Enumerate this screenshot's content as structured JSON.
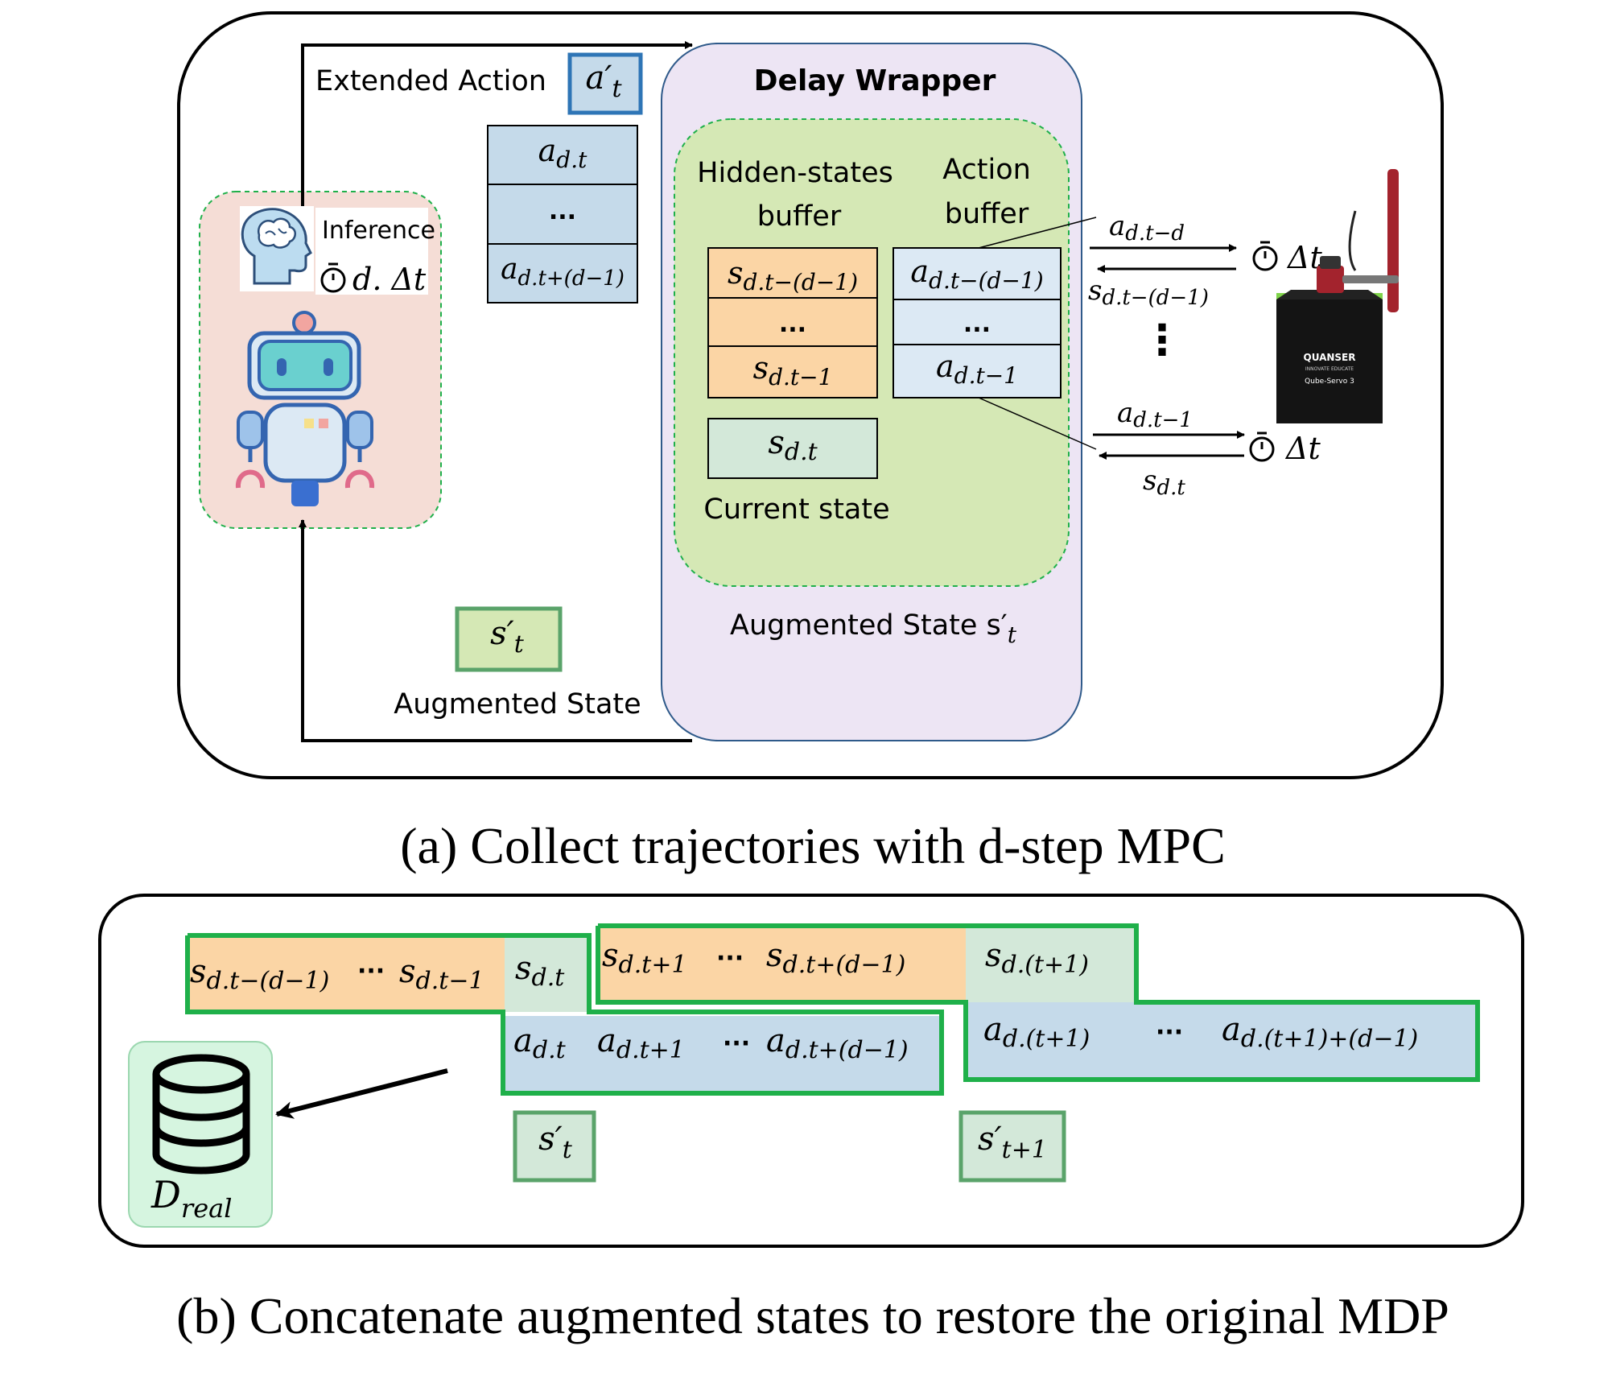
{
  "panel_a": {
    "caption": "(a) Collect trajectories with d-step MPC",
    "extended_action_label": "Extended Action",
    "extended_action_symbol": "a′",
    "extended_action_sub": "t",
    "action_seq": [
      "a",
      "...",
      "a"
    ],
    "action_seq_subs": [
      "d.t",
      "",
      "d.t+(d−1)"
    ],
    "agent": {
      "inference_label": "Inference",
      "inference_time": "d. Δt",
      "timer_icon": "stopwatch-icon",
      "brain_icon": "brain-head-icon",
      "robot_icon": "robot-icon"
    },
    "delay_wrapper": {
      "title": "Delay Wrapper",
      "hidden_buffer_title_1": "Hidden-states",
      "hidden_buffer_title_2": "buffer",
      "action_buffer_title_1": "Action",
      "action_buffer_title_2": "buffer",
      "hidden_cells": [
        "s",
        "...",
        "s"
      ],
      "hidden_cells_subs": [
        "d.t−(d−1)",
        "",
        "d.t−1"
      ],
      "action_cells": [
        "a",
        "...",
        "a"
      ],
      "action_cells_subs": [
        "d.t−(d−1)",
        "",
        "d.t−1"
      ],
      "current_state_symbol": "s",
      "current_state_sub": "d.t",
      "current_state_label": "Current state",
      "augmented_state_label": "Augmented State s′",
      "augmented_state_sub": "t"
    },
    "augmented_state_box": "s′",
    "augmented_state_box_sub": "t",
    "augmented_state_text": "Augmented State",
    "environment": {
      "top_action": "a",
      "top_action_sub": "d.t−d",
      "top_state": "s",
      "top_state_sub": "d.t−(d−1)",
      "bottom_action": "a",
      "bottom_action_sub": "d.t−1",
      "bottom_state": "s",
      "bottom_state_sub": "d.t",
      "delta_t": "Δt",
      "vertical_dots": "⋮",
      "device_brand": "QUANSER",
      "device_tagline": "INNOVATE EDUCATE",
      "device_model": "Qube-Servo 3"
    }
  },
  "panel_b": {
    "caption": "(b) Concatenate augmented states to restore the original MDP",
    "row1_states": {
      "s1": "s",
      "s1_sub": "d.t−(d−1)",
      "dots": "···",
      "s2": "s",
      "s2_sub": "d.t−1",
      "s3": "s",
      "s3_sub": "d.t"
    },
    "row1_actions": {
      "a1": "a",
      "a1_sub": "d.t",
      "a2": "a",
      "a2_sub": "d.t+1",
      "dots": "···",
      "a3": "a",
      "a3_sub": "d.t+(d−1)"
    },
    "row2_states": {
      "s1": "s",
      "s1_sub": "d.t+1",
      "dots": "···",
      "s2": "s",
      "s2_sub": "d.t+(d−1)",
      "s3": "s",
      "s3_sub": "d.(t+1)"
    },
    "row2_actions": {
      "a1": "a",
      "a1_sub": "d.(t+1)",
      "dots": "···",
      "a2": "a",
      "a2_sub": "d.(t+1)+(d−1)"
    },
    "aug1": "s′",
    "aug1_sub": "t",
    "aug2": "s′",
    "aug2_sub": "t+1",
    "dataset_symbol": "D",
    "dataset_sub": "real",
    "dataset_icon": "database-icon"
  },
  "colors": {
    "orange_fill": "#fbd5a5",
    "blue_fill": "#c5daea",
    "light_blue_fill": "#dce9f4",
    "mint_fill": "#d3e8d9",
    "purple_fill": "#ede5f4",
    "green_fill": "#d5e8b5",
    "pink_fill": "#f5ddd6",
    "db_fill": "#d6f5e0",
    "green_border": "#1fb04a",
    "blue_border": "#2e75b6"
  }
}
